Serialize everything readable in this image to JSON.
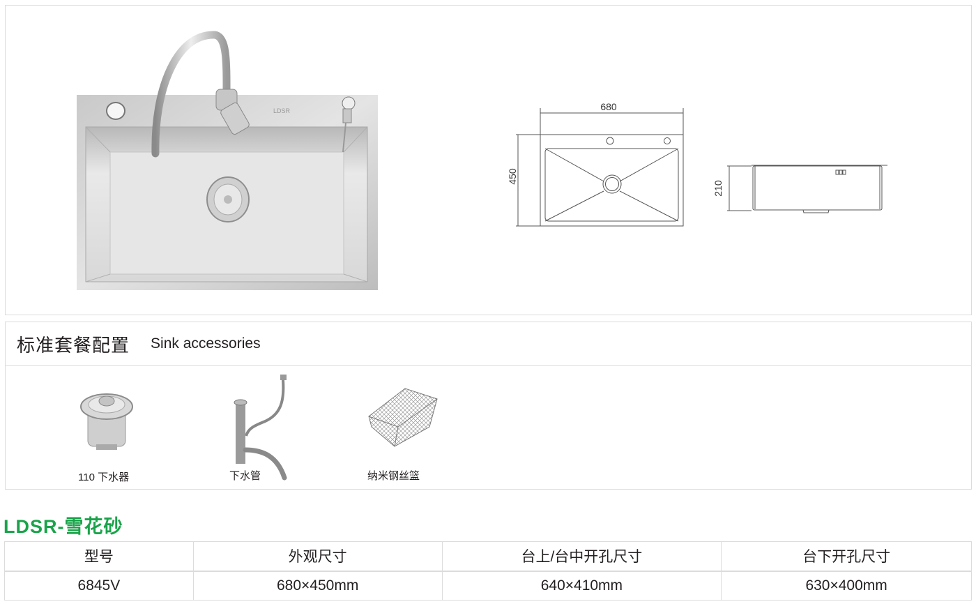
{
  "product_view": {
    "brand_mark": "LDSR",
    "dimension_drawing": {
      "width_label": "680",
      "depth_label": "450",
      "height_label": "210"
    }
  },
  "accessories": {
    "title_cn": "标准套餐配置",
    "title_en": "Sink accessories",
    "items": [
      {
        "label": "110 下水器",
        "icon": "drain-strainer-icon"
      },
      {
        "label": "下水管",
        "icon": "drain-pipe-icon"
      },
      {
        "label": "纳米钢丝篮",
        "icon": "wire-basket-icon"
      }
    ]
  },
  "model": {
    "title": "LDSR-雪花砂",
    "color": "#1aa34a"
  },
  "spec_table": {
    "headers": [
      "型号",
      "外观尺寸",
      "台上/台中开孔尺寸",
      "台下开孔尺寸"
    ],
    "rows": [
      [
        "6845V",
        "680×450mm",
        "640×410mm",
        "630×400mm"
      ]
    ]
  }
}
